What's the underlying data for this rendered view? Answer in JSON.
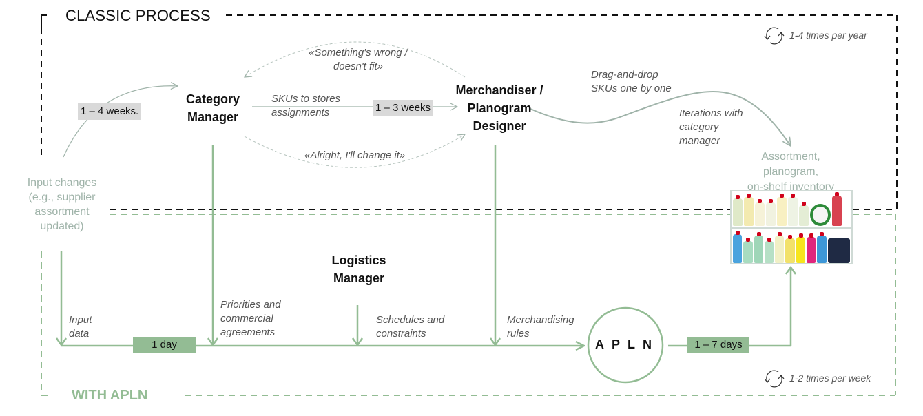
{
  "sections": {
    "classic": {
      "title": "CLASSIC PROCESS",
      "frequency": "1-4 times per year"
    },
    "apln": {
      "title": "WITH APLN",
      "frequency": "1-2 times per week"
    }
  },
  "roles": {
    "category_manager": [
      "Category",
      "Manager"
    ],
    "merchandiser": [
      "Merchandiser /",
      "Planogram",
      "Designer"
    ],
    "logistics_manager": [
      "Logistics",
      "Manager"
    ]
  },
  "classic_flow": {
    "input_changes": [
      "Input changes",
      "(e.g., supplier",
      "assortment",
      "updated)"
    ],
    "input_to_cm_duration": "1 – 4 weeks.",
    "sku_assignment_label": [
      "SKUs to stores",
      "assignments"
    ],
    "cm_to_merch_duration": "1 – 3 weeks",
    "feedback_back": [
      "«Something's wrong /",
      "doesn't fit»"
    ],
    "feedback_forward": "«Alright, I'll change it»",
    "drag_drop": [
      "Drag-and-drop",
      "SKUs one by one"
    ],
    "iterations": [
      "Iterations with",
      "category",
      "manager"
    ],
    "output": [
      "Assortment,",
      "planogram,",
      "on-shelf inventory"
    ]
  },
  "apln_flow": {
    "input_data": [
      "Input",
      "data"
    ],
    "input_duration": "1 day",
    "priorities": [
      "Priorities and",
      "commercial",
      "agreements"
    ],
    "schedules": [
      "Schedules and",
      "constraints"
    ],
    "merch_rules": [
      "Merchandising",
      "rules"
    ],
    "engine": "APLN",
    "output_duration": "1 – 7 days"
  },
  "colors": {
    "green": "#93bc94",
    "grey_line": "#9fb3a9",
    "badge_grey": "#d9d9d9",
    "dash_black": "#111111"
  },
  "icons": {
    "cycle": "refresh-cycle-icon",
    "shelf": "product-shelf-image"
  }
}
